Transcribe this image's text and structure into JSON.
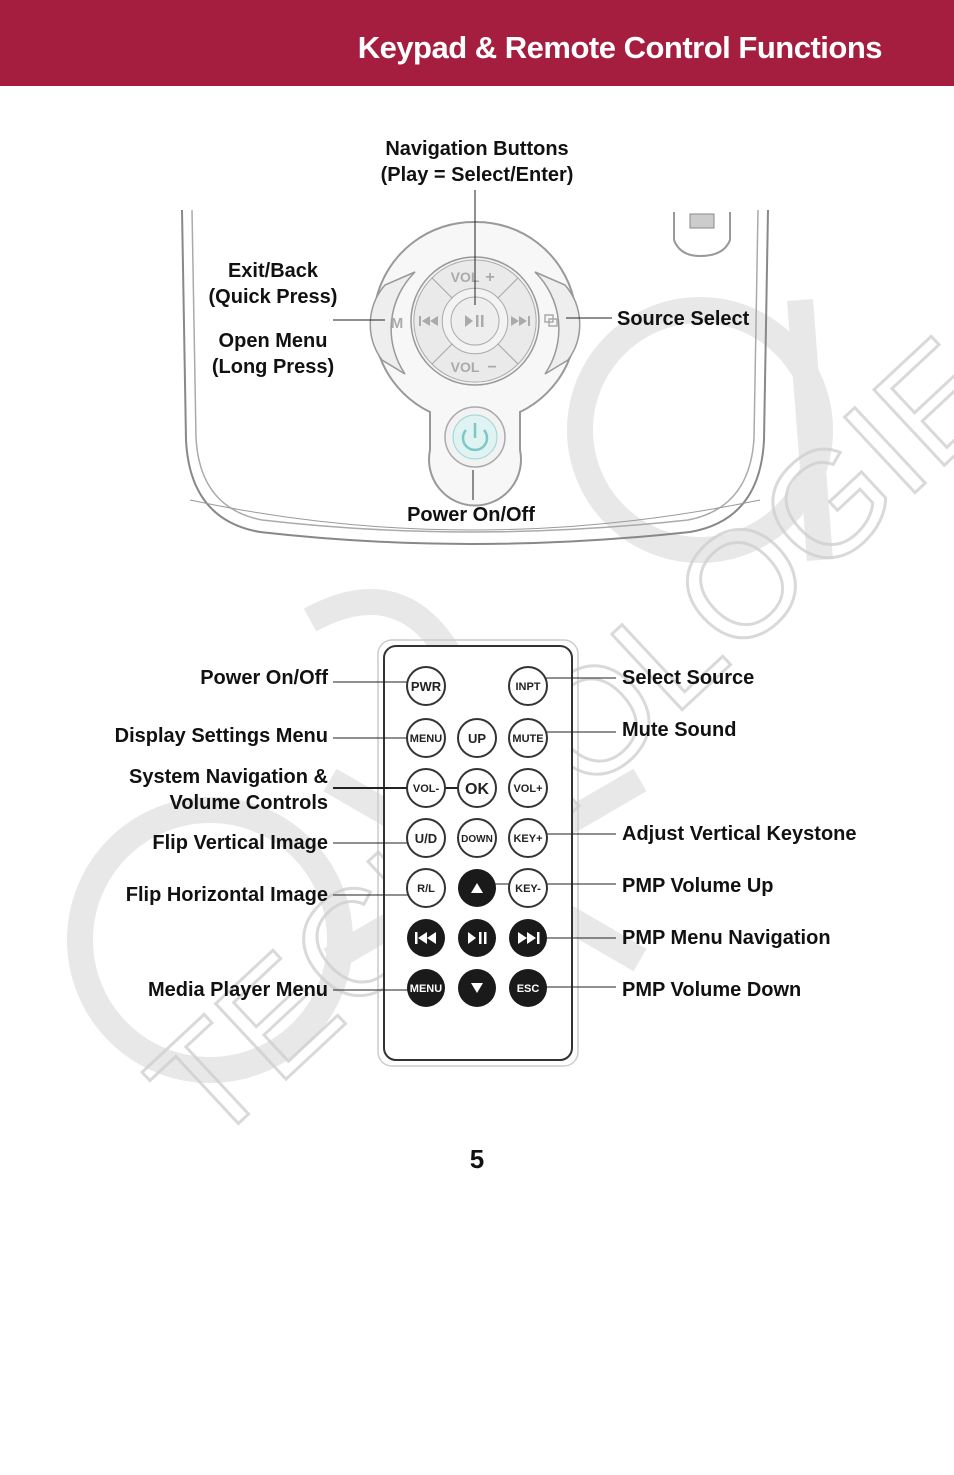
{
  "header": {
    "title": "Keypad & Remote Control Functions"
  },
  "keypad": {
    "labels": {
      "nav_line1": "Navigation Buttons",
      "nav_line2": "(Play = Select/Enter)",
      "exit_line1": "Exit/Back",
      "exit_line2": "(Quick Press)",
      "menu_line1": "Open Menu",
      "menu_line2": "(Long Press)",
      "source": "Source Select",
      "power": "Power On/Off"
    },
    "buttons": {
      "vol_up": "VOL",
      "vol_down": "VOL",
      "menu": "M"
    }
  },
  "remote": {
    "left_labels": {
      "power": "Power On/Off",
      "display_menu": "Display Settings Menu",
      "nav_line1": "System Navigation &",
      "nav_line2": "Volume Controls",
      "flip_v": "Flip Vertical Image",
      "flip_h": "Flip Horizontal Image",
      "media_menu": "Media Player Menu"
    },
    "right_labels": {
      "select_source": "Select Source",
      "mute": "Mute Sound",
      "keystone": "Adjust Vertical Keystone",
      "pmp_vol_up": "PMP Volume Up",
      "pmp_menu_nav": "PMP Menu Navigation",
      "pmp_vol_down": "PMP Volume Down"
    },
    "buttons": {
      "pwr": "PWR",
      "inpt": "INPT",
      "menu": "MENU",
      "up": "UP",
      "mute": "MUTE",
      "vol_minus": "VOL-",
      "ok": "OK",
      "vol_plus": "VOL+",
      "ud": "U/D",
      "down": "DOWN",
      "key_plus": "KEY+",
      "rl": "R/L",
      "key_minus": "KEY-",
      "pmp_menu": "MENU",
      "esc": "ESC"
    }
  },
  "watermark": {
    "text": "TECHNOLOGIES",
    "color": "#cccccc"
  },
  "page": {
    "number": "5"
  }
}
